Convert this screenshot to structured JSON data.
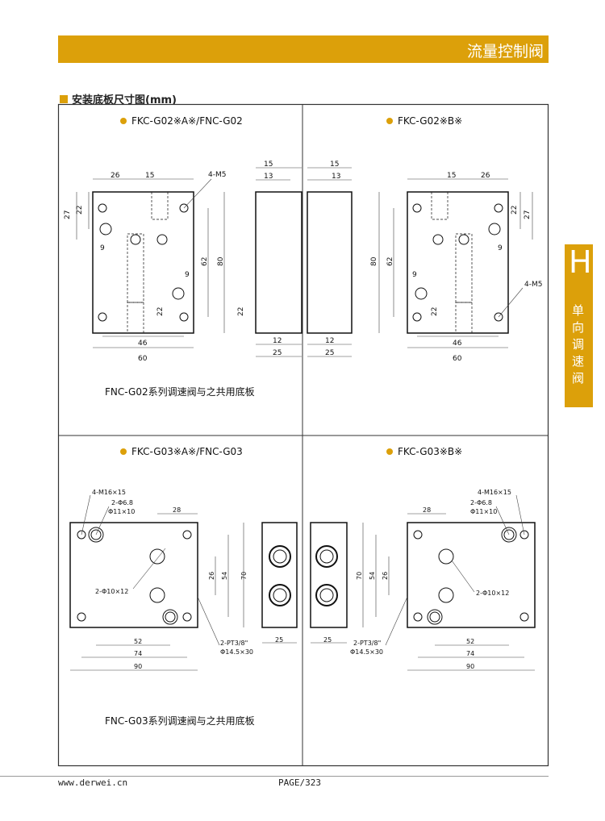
{
  "header": {
    "title": "流量控制阀"
  },
  "section": {
    "title": "安装底板尺寸图(mm)"
  },
  "side_tab": {
    "letter": "H",
    "label": "单向调速阀"
  },
  "panels": [
    {
      "title": "FKC-G02※A※/FNC-G02",
      "dims": {
        "d26": "26",
        "d15": "15",
        "m5": "4-M5",
        "d27": "27",
        "d22a": "22",
        "d9a": "9",
        "d62": "62",
        "d80": "80",
        "d9b": "9",
        "d22b": "22",
        "d46": "46",
        "d60": "60",
        "s15": "15",
        "s13": "13",
        "s22": "22",
        "s12": "12",
        "s25": "25"
      },
      "caption": "FNC-G02系列调速阀与之共用底板"
    },
    {
      "title": "FKC-G02※B※",
      "dims": {
        "d15": "15",
        "d26": "26",
        "d22a": "22",
        "d27": "27",
        "d9a": "9",
        "d80": "80",
        "d62": "62",
        "d9b": "9",
        "d22b": "22",
        "m5": "4-M5",
        "d46": "46",
        "d60": "60",
        "s15": "15",
        "s13": "13",
        "s12": "12",
        "s25": "25"
      }
    },
    {
      "title": "FKC-G03※A※/FNC-G03",
      "dims": {
        "m16": "4-M16×15",
        "phi68": "2-Φ6.8",
        "phi11": "Φ11×10",
        "d28": "28",
        "d26": "26",
        "d54": "54",
        "d70": "70",
        "phi10": "2-Φ10×12",
        "d52": "52",
        "d74": "74",
        "d90": "90",
        "pt": "2-PT3/8\"",
        "phi145": "Φ14.5×30",
        "s25": "25"
      },
      "caption": "FNC-G03系列调速阀与之共用底板"
    },
    {
      "title": "FKC-G03※B※",
      "dims": {
        "m16": "4-M16×15",
        "phi68": "2-Φ6.8",
        "phi11": "Φ11×10",
        "d28": "28",
        "d26": "26",
        "d54": "54",
        "d70": "70",
        "phi10": "2-Φ10×12",
        "d52": "52",
        "d74": "74",
        "d90": "90",
        "pt": "2-PT3/8\"",
        "phi145": "Φ14.5×30",
        "s25": "25"
      }
    }
  ],
  "footer": {
    "url": "www.derwei.cn",
    "page": "PAGE/323"
  },
  "colors": {
    "accent": "#dca00a"
  }
}
